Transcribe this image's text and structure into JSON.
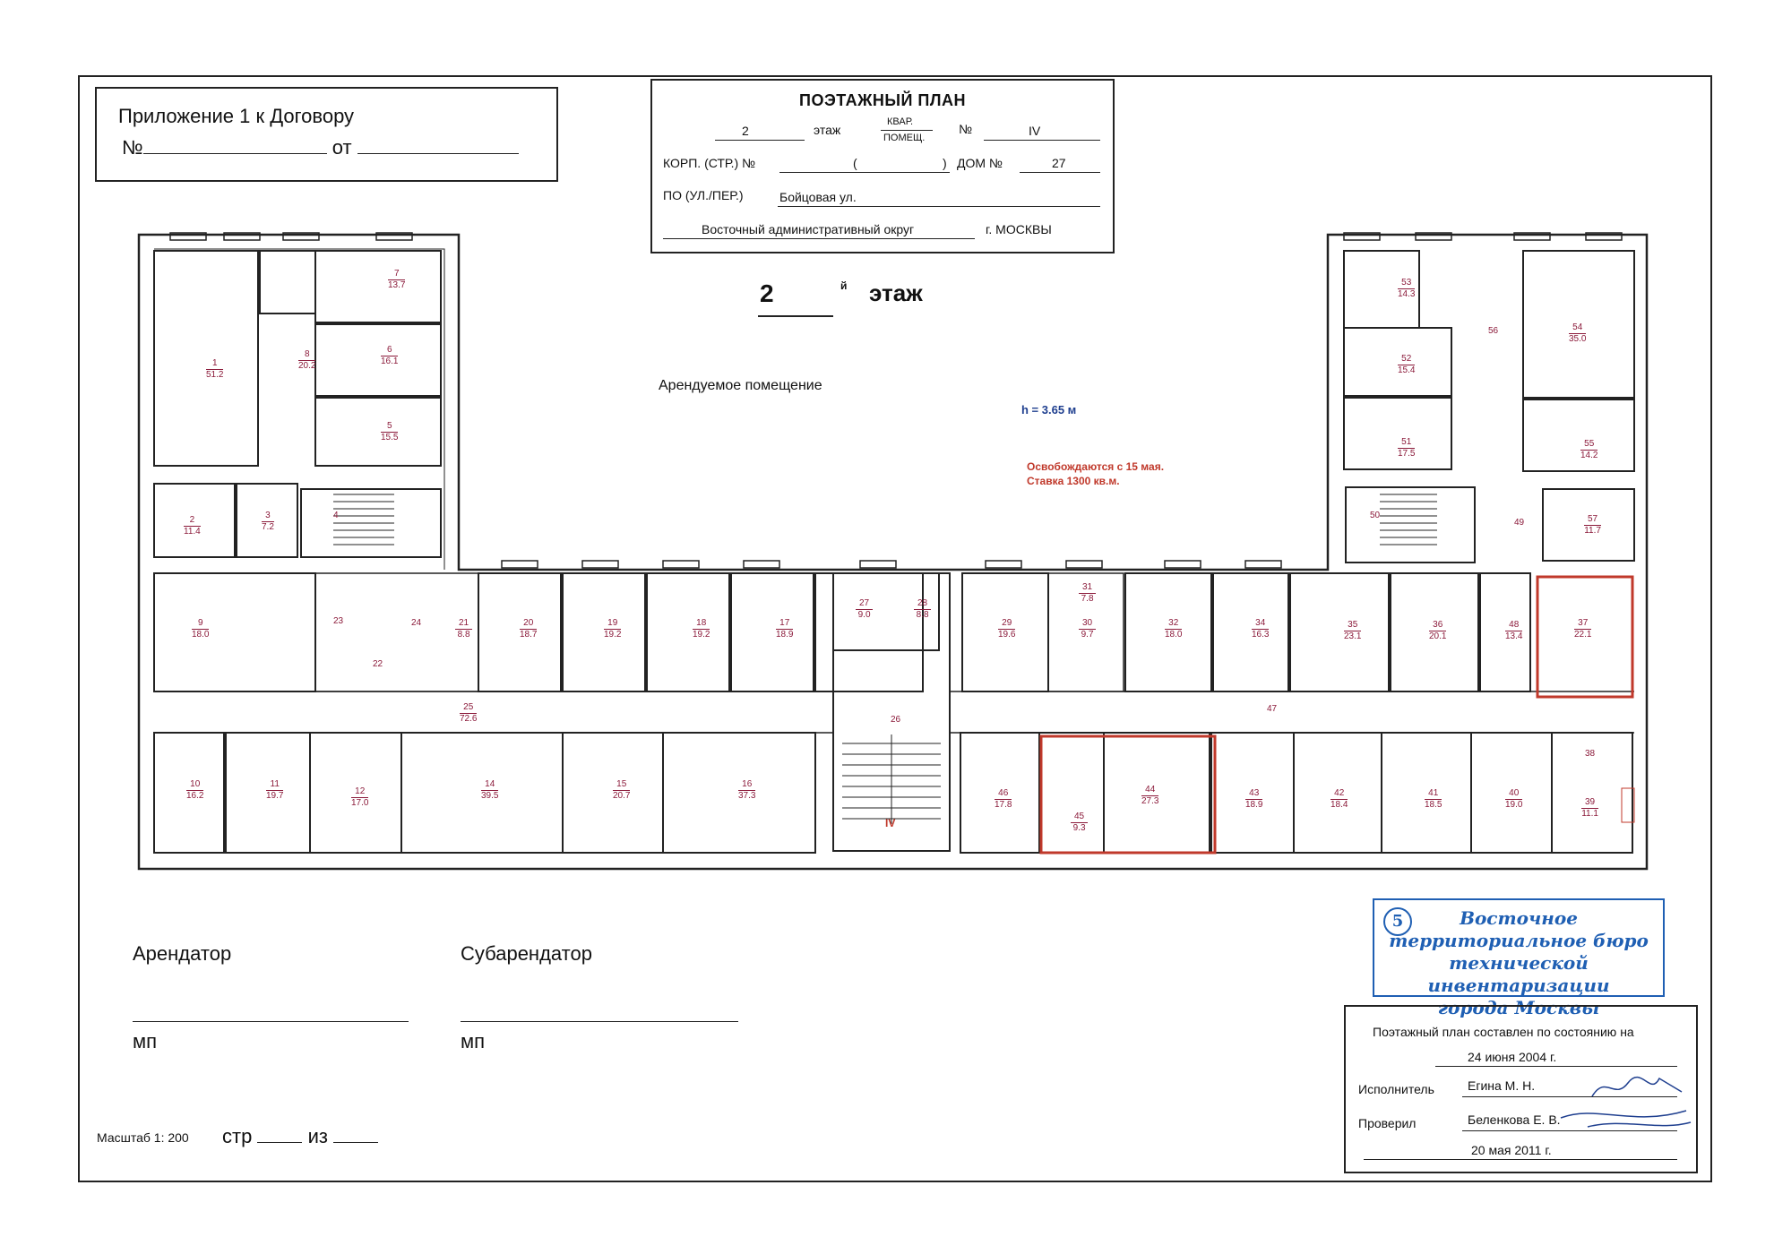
{
  "annex": {
    "line1": "Приложение 1 к Договору",
    "no_prefix": "№",
    "from_label": "от"
  },
  "title_block": {
    "title": "ПОЭТАЖНЫЙ ПЛАН",
    "floor_value": "2",
    "floor_label": "этаж",
    "kvar_label_top": "КВАР.",
    "kvar_label_bottom": "ПОМЕЩ.",
    "no_sign": "№",
    "no_value": "IV",
    "korp_label": "КОРП. (СТР.) №",
    "korp_open": "(",
    "korp_close": ")",
    "dom_label": "ДОМ №",
    "dom_value": "27",
    "street_label": "ПО (УЛ./ПЕР.)",
    "street_value": "Бойцовая ул.",
    "district_value": "Восточный административный округ",
    "city_value": "г. МОСКВЫ"
  },
  "floor_heading": {
    "number": "2",
    "suffix": "й",
    "word": "этаж"
  },
  "rented_label": "Арендуемое помещение",
  "height_label": "h = 3.65 м",
  "notice": {
    "line1": "Освобождаются с 15 мая.",
    "line2": "Ставка 1300 кв.м."
  },
  "rooms": [
    {
      "no": "1",
      "area": "51.2"
    },
    {
      "no": "2",
      "area": "11.4"
    },
    {
      "no": "3",
      "area": "7.2"
    },
    {
      "no": "4",
      "area": ""
    },
    {
      "no": "5",
      "area": "15.5"
    },
    {
      "no": "6",
      "area": "16.1"
    },
    {
      "no": "7",
      "area": "13.7"
    },
    {
      "no": "8",
      "area": "20.2"
    },
    {
      "no": "9",
      "area": "18.0"
    },
    {
      "no": "10",
      "area": "16.2"
    },
    {
      "no": "11",
      "area": "19.7"
    },
    {
      "no": "12",
      "area": "17.0"
    },
    {
      "no": "14",
      "area": "39.5"
    },
    {
      "no": "15",
      "area": "20.7"
    },
    {
      "no": "16",
      "area": "37.3"
    },
    {
      "no": "17",
      "area": "18.9"
    },
    {
      "no": "18",
      "area": "19.2"
    },
    {
      "no": "19",
      "area": "19.2"
    },
    {
      "no": "20",
      "area": "18.7"
    },
    {
      "no": "21",
      "area": "8.8"
    },
    {
      "no": "22",
      "area": ""
    },
    {
      "no": "23",
      "area": ""
    },
    {
      "no": "24",
      "area": ""
    },
    {
      "no": "25",
      "area": "72.6"
    },
    {
      "no": "26",
      "area": ""
    },
    {
      "no": "27",
      "area": "9.0"
    },
    {
      "no": "28",
      "area": "8.8"
    },
    {
      "no": "29",
      "area": "19.6"
    },
    {
      "no": "30",
      "area": "9.7"
    },
    {
      "no": "31",
      "area": "7.8"
    },
    {
      "no": "32",
      "area": "18.0"
    },
    {
      "no": "34",
      "area": "16.3"
    },
    {
      "no": "35",
      "area": "23.1"
    },
    {
      "no": "36",
      "area": "20.1"
    },
    {
      "no": "37",
      "area": "22.1"
    },
    {
      "no": "38",
      "area": ""
    },
    {
      "no": "39",
      "area": "11.1"
    },
    {
      "no": "40",
      "area": "19.0"
    },
    {
      "no": "41",
      "area": "18.5"
    },
    {
      "no": "42",
      "area": "18.4"
    },
    {
      "no": "43",
      "area": "18.9"
    },
    {
      "no": "44",
      "area": "27.3"
    },
    {
      "no": "45",
      "area": "9.3"
    },
    {
      "no": "46",
      "area": "17.8"
    },
    {
      "no": "47",
      "area": ""
    },
    {
      "no": "48",
      "area": "13.4"
    },
    {
      "no": "49",
      "area": ""
    },
    {
      "no": "50",
      "area": ""
    },
    {
      "no": "51",
      "area": "17.5"
    },
    {
      "no": "52",
      "area": "15.4"
    },
    {
      "no": "53",
      "area": "14.3"
    },
    {
      "no": "54",
      "area": "35.0"
    },
    {
      "no": "55",
      "area": "14.2"
    },
    {
      "no": "56",
      "area": ""
    },
    {
      "no": "57",
      "area": "11.7"
    }
  ],
  "stair_label": "IV",
  "signatures": {
    "tenant": "Арендатор",
    "subtenant": "Субарендатор",
    "mp1": "мп",
    "mp2": "мп"
  },
  "stamp": {
    "num": "5",
    "line1": "Восточное",
    "line2": "территориальное бюро",
    "line3": "технической инвентаризации",
    "line4": "города Москвы"
  },
  "info": {
    "line1": "Поэтажный план составлен по состоянию на",
    "date": "24 июня 2004 г.",
    "executor_label": "Исполнитель",
    "executor_value": "Егина М. Н.",
    "checked_label": "Проверил",
    "checked_value": "Беленкова Е. В.",
    "checked_date": "20 мая 2011 г."
  },
  "scale": "Масштаб 1: 200",
  "page": {
    "page_label": "стр",
    "of_label": "из"
  },
  "colors": {
    "highlight": "#c0392b",
    "stamp": "#1f5fb3",
    "room_number": "#8b1a3a"
  }
}
